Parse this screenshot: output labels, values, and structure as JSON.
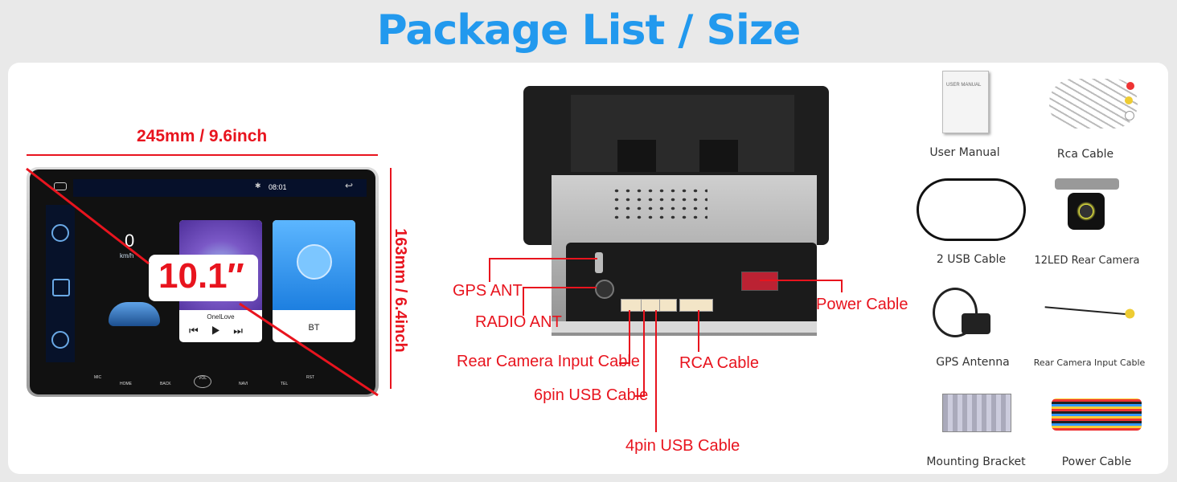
{
  "header": {
    "title": "Package List / Size"
  },
  "dimensions": {
    "width_label": "245mm / 9.6inch",
    "height_label": "163mm / 6.4inch",
    "diagonal_label": "10.1″"
  },
  "screen": {
    "time": "08:01",
    "speed_value": "0",
    "speed_unit": "km/h",
    "music_title": "OnelLove",
    "bt_label": "BT",
    "buttons": [
      "MIC",
      "HOME",
      "BACK",
      "VOL",
      "NAVI",
      "TEL",
      "RST"
    ]
  },
  "back_labels": {
    "gps_ant": "GPS ANT",
    "radio_ant": "RADIO ANT",
    "rear_camera_input": "Rear Camera Input Cable",
    "six_pin_usb": "6pin USB Cable",
    "four_pin_usb": "4pin USB Cable",
    "rca_cable": "RCA Cable",
    "power_cable": "Power Cable"
  },
  "package_items": [
    {
      "label": "User Manual",
      "icon": "manual-icon"
    },
    {
      "label": "Rca Cable",
      "icon": "rca-cable-icon"
    },
    {
      "label": "2 USB Cable",
      "icon": "usb-cable-icon"
    },
    {
      "label": "12LED Rear Camera",
      "icon": "camera-icon"
    },
    {
      "label": "GPS Antenna",
      "icon": "gps-antenna-icon"
    },
    {
      "label": "Rear Camera Input Cable",
      "icon": "camera-cable-icon"
    },
    {
      "label": "Mounting Bracket",
      "icon": "bracket-icon"
    },
    {
      "label": "Power Cable",
      "icon": "power-cable-icon"
    }
  ],
  "manual_cover_text": "USER MANUAL",
  "colors": {
    "title": "#2299ee",
    "annotation": "#e8141e"
  }
}
